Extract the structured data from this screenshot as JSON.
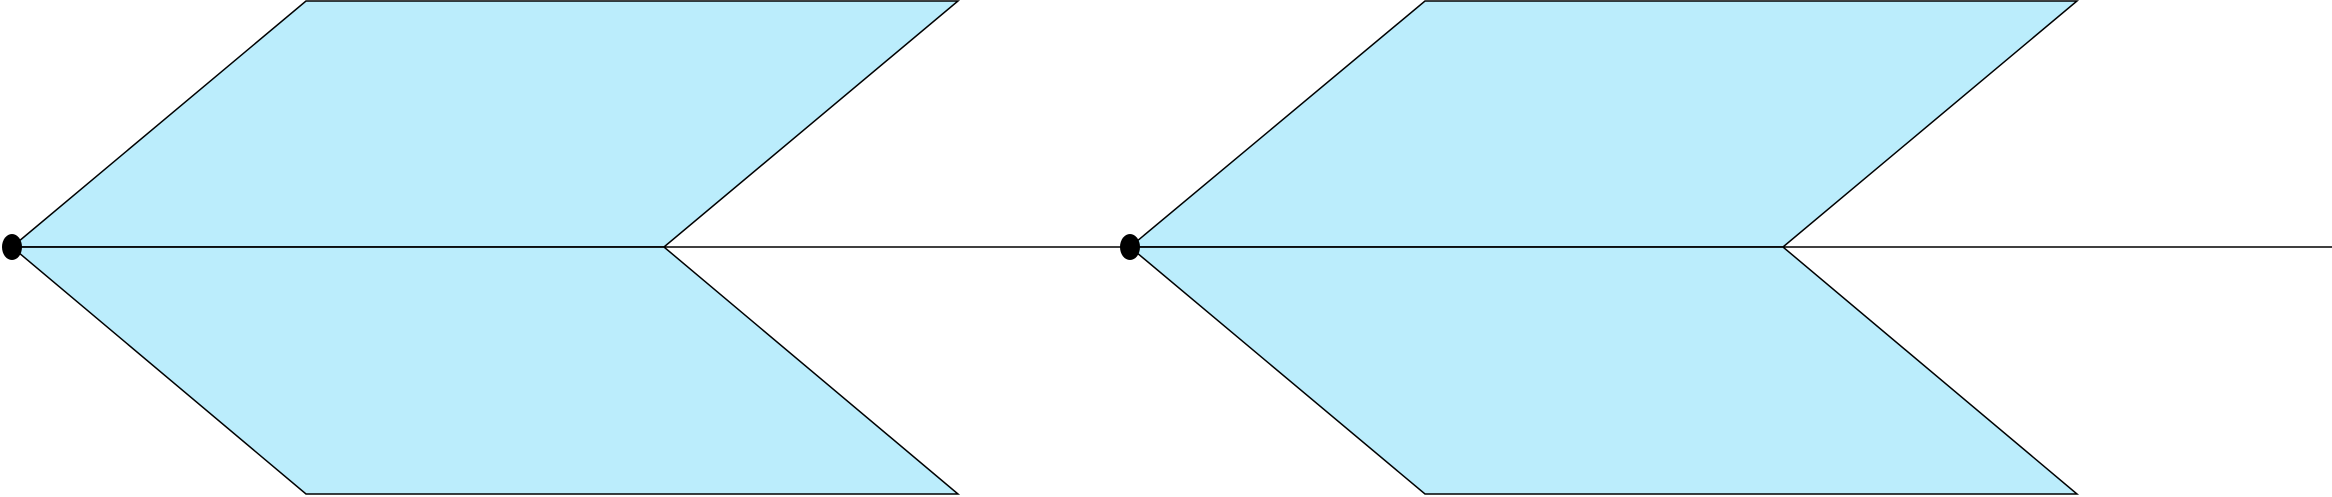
{
  "diagram": {
    "shape_fill": "#bbedfc",
    "stroke_color": "#000000",
    "background": "#ffffff",
    "node_color": "#000000",
    "elements": [
      {
        "kind": "chevron-upper",
        "group": 1
      },
      {
        "kind": "chevron-lower",
        "group": 1
      },
      {
        "kind": "node",
        "group": 1
      },
      {
        "kind": "chevron-upper",
        "group": 2
      },
      {
        "kind": "chevron-lower",
        "group": 2
      },
      {
        "kind": "node",
        "group": 2
      },
      {
        "kind": "spine-line"
      }
    ]
  }
}
